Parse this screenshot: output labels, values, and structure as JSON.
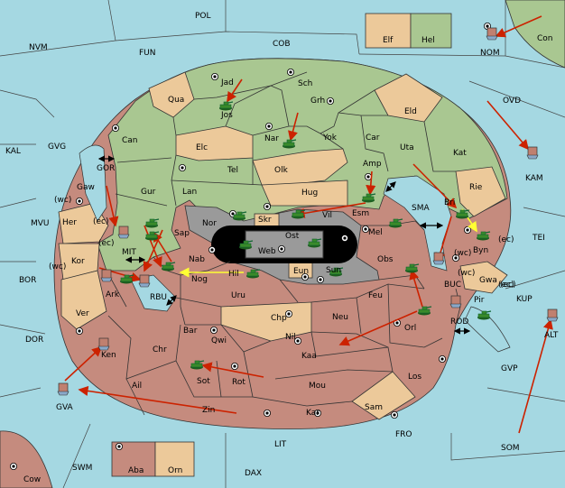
{
  "colors": {
    "sea": "#a5d8e2",
    "green": "#a9c791",
    "tan": "#ecc99a",
    "red": "#c58b7e",
    "grey": "#9a9a9a",
    "black": "#000000",
    "arrow_red": "#cc2200",
    "arrow_yellow": "#ffff33"
  },
  "provinces": [
    {
      "label": "POL"
    },
    {
      "label": "NVM"
    },
    {
      "label": "FUN"
    },
    {
      "label": "COB"
    },
    {
      "label": "Elf"
    },
    {
      "label": "Hel"
    },
    {
      "label": "Con"
    },
    {
      "label": "NOM"
    },
    {
      "label": "Jad"
    },
    {
      "label": "Sch"
    },
    {
      "label": "Qua"
    },
    {
      "label": "Jos"
    },
    {
      "label": "Grh"
    },
    {
      "label": "Eld"
    },
    {
      "label": "OVD"
    },
    {
      "label": "Can"
    },
    {
      "label": "Nar"
    },
    {
      "label": "Yok"
    },
    {
      "label": "Car"
    },
    {
      "label": "Uta"
    },
    {
      "label": "Kat"
    },
    {
      "label": "KAL"
    },
    {
      "label": "GVG"
    },
    {
      "label": "Elc"
    },
    {
      "label": "Tel"
    },
    {
      "label": "Olk"
    },
    {
      "label": "Amp"
    },
    {
      "label": "GOR"
    },
    {
      "label": "KAM"
    },
    {
      "label": "Gaw"
    },
    {
      "label": "Gur"
    },
    {
      "label": "Lan"
    },
    {
      "label": "Hug"
    },
    {
      "label": "Rie"
    },
    {
      "label": "(wc)"
    },
    {
      "label": "Vil"
    },
    {
      "label": "Esm"
    },
    {
      "label": "SMA"
    },
    {
      "label": "Bri"
    },
    {
      "label": "MVU"
    },
    {
      "label": "Her"
    },
    {
      "label": "(ec)"
    },
    {
      "label": "Nor"
    },
    {
      "label": "Skr"
    },
    {
      "label": "Mel"
    },
    {
      "label": "Sap"
    },
    {
      "label": "Ost"
    },
    {
      "label": "Byn"
    },
    {
      "label": "TEI"
    },
    {
      "label": "MIT"
    },
    {
      "label": "Web"
    },
    {
      "label": "Kor"
    },
    {
      "label": "Nab"
    },
    {
      "label": "Obs"
    },
    {
      "label": "(wc)"
    },
    {
      "label": "Hil"
    },
    {
      "label": "Eun"
    },
    {
      "label": "Sun"
    },
    {
      "label": "Gwa"
    },
    {
      "label": "BOR"
    },
    {
      "label": "Nog"
    },
    {
      "label": "(ec)"
    },
    {
      "label": "BUC"
    },
    {
      "label": "Ark"
    },
    {
      "label": "KUP"
    },
    {
      "label": "RBU"
    },
    {
      "label": "Uru"
    },
    {
      "label": "Feu"
    },
    {
      "label": "Pir"
    },
    {
      "label": "Ver"
    },
    {
      "label": "Chp"
    },
    {
      "label": "Neu"
    },
    {
      "label": "ROD"
    },
    {
      "label": "Bar"
    },
    {
      "label": "DOR"
    },
    {
      "label": "Qwi"
    },
    {
      "label": "Nil"
    },
    {
      "label": "Orl"
    },
    {
      "label": "ALT"
    },
    {
      "label": "Chr"
    },
    {
      "label": "Ken"
    },
    {
      "label": "Kaa"
    },
    {
      "label": "GVP"
    },
    {
      "label": "Rot"
    },
    {
      "label": "Sot"
    },
    {
      "label": "Ail"
    },
    {
      "label": "Mou"
    },
    {
      "label": "Los"
    },
    {
      "label": "GVA"
    },
    {
      "label": "Sam"
    },
    {
      "label": "Zin"
    },
    {
      "label": "Kar"
    },
    {
      "label": "FRO"
    },
    {
      "label": "SOM"
    },
    {
      "label": "LIT"
    },
    {
      "label": "SWM"
    },
    {
      "label": "Aba"
    },
    {
      "label": "Orn"
    },
    {
      "label": "Cow"
    },
    {
      "label": "DAX"
    },
    {
      "label": "(wc)"
    },
    {
      "label": "(ec)"
    },
    {
      "label": "(ec)"
    },
    {
      "label": "(wc)"
    },
    {
      "label": "(ec)"
    }
  ]
}
